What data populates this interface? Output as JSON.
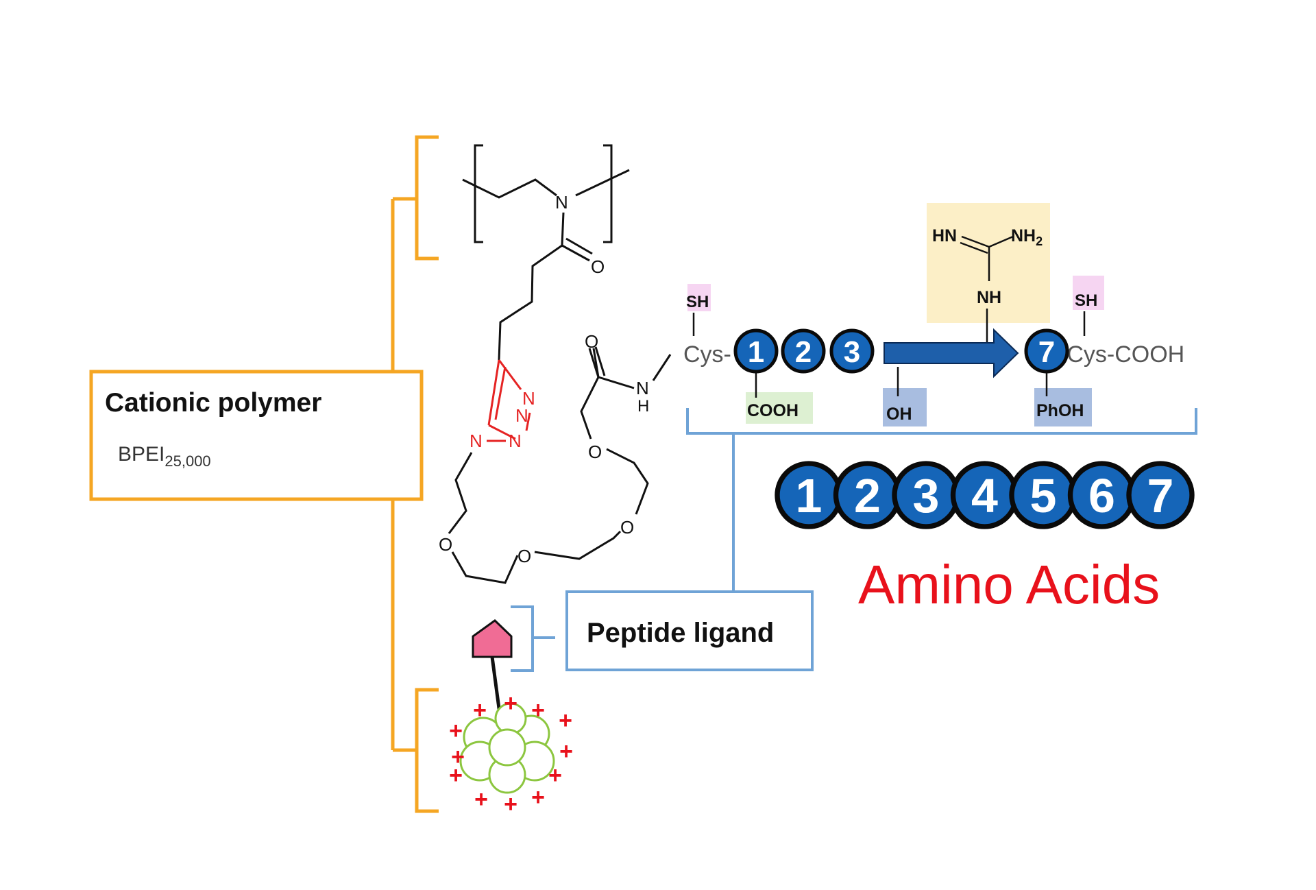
{
  "cationic_polymer": {
    "title": "Cationic polymer",
    "subtitle_main": "BPEI",
    "subtitle_sub": "25,000"
  },
  "peptide_ligand": {
    "title": "Peptide ligand"
  },
  "amino_acids_label": "Amino Acids",
  "amino_acid_numbers": [
    "1",
    "2",
    "3",
    "4",
    "5",
    "6",
    "7"
  ],
  "peptide_chain": {
    "cys_left": "Cys-",
    "cys_right": "-Cys-COOH",
    "sh_left": "SH",
    "sh_right": "SH",
    "cooh_side": "COOH",
    "oh_side": "OH",
    "phoh_side": "PhOH",
    "chain_beads": [
      "1",
      "2",
      "3",
      "7"
    ]
  },
  "guanidine": {
    "hn": "HN",
    "nh2": "NH",
    "nh2_sub": "2",
    "nh": "NH"
  },
  "chem_atoms": {
    "n_amide": "N",
    "o_carbonyl_top": "O",
    "o_carbonyl_right": "O",
    "n_amide_h": "N",
    "h_amide": "H",
    "o_ether_1": "O",
    "o_ether_2": "O",
    "o_ether_3": "O",
    "o_ether_4": "O",
    "triazole_n1": "N",
    "triazole_n2": "N",
    "triazole_n3": "N",
    "triazole_n4": "N"
  },
  "charges": "+",
  "colors": {
    "orange_bracket": "#F5A623",
    "blue_bracket": "#6FA3D6",
    "bead_fill": "#1565B8",
    "bead_stroke": "#0a0a0a",
    "red_text": "#E8111B",
    "triazole": "#E52323",
    "arrow_fill": "#1E5FAA",
    "pink_marker": "#F06C95",
    "green_cell": "#8CC63F",
    "highlight_pink": "#F6D5F2",
    "highlight_green": "#DDF0D2",
    "highlight_blue": "#A8BDE0",
    "highlight_yellow": "#FCEFC7"
  }
}
